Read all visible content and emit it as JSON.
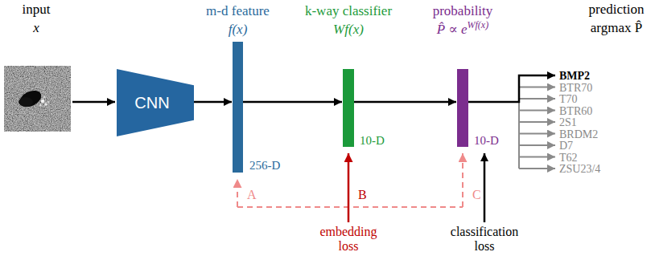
{
  "diagram": {
    "nodes": [
      {
        "text": [
          "CNN"
        ]
      },
      {
        "text": [
          "m-d feature",
          "f(x)",
          "256-D"
        ]
      },
      {
        "text": [
          "k-way classifier",
          "Wf(x)",
          "10-D"
        ]
      },
      {
        "text": [
          "probability",
          "P̂ ∝ e",
          "Wf(x)",
          "10-D"
        ]
      }
    ],
    "edges": [
      {
        "from": 0,
        "to": 1,
        "arrow": "to"
      },
      {
        "from": 1,
        "to": 2,
        "arrow": "to"
      },
      {
        "from": 2,
        "to": 3,
        "arrow": "to"
      }
    ],
    "labels": [
      "input",
      "x",
      "prediction",
      "argmax P̂",
      "BMP2",
      "BTR70",
      "T70",
      "BTR60",
      "2S1",
      "BRDM2",
      "D7",
      "T62",
      "ZSU23/4",
      "A",
      "B",
      "C",
      "embedding loss",
      "classification loss"
    ]
  }
}
